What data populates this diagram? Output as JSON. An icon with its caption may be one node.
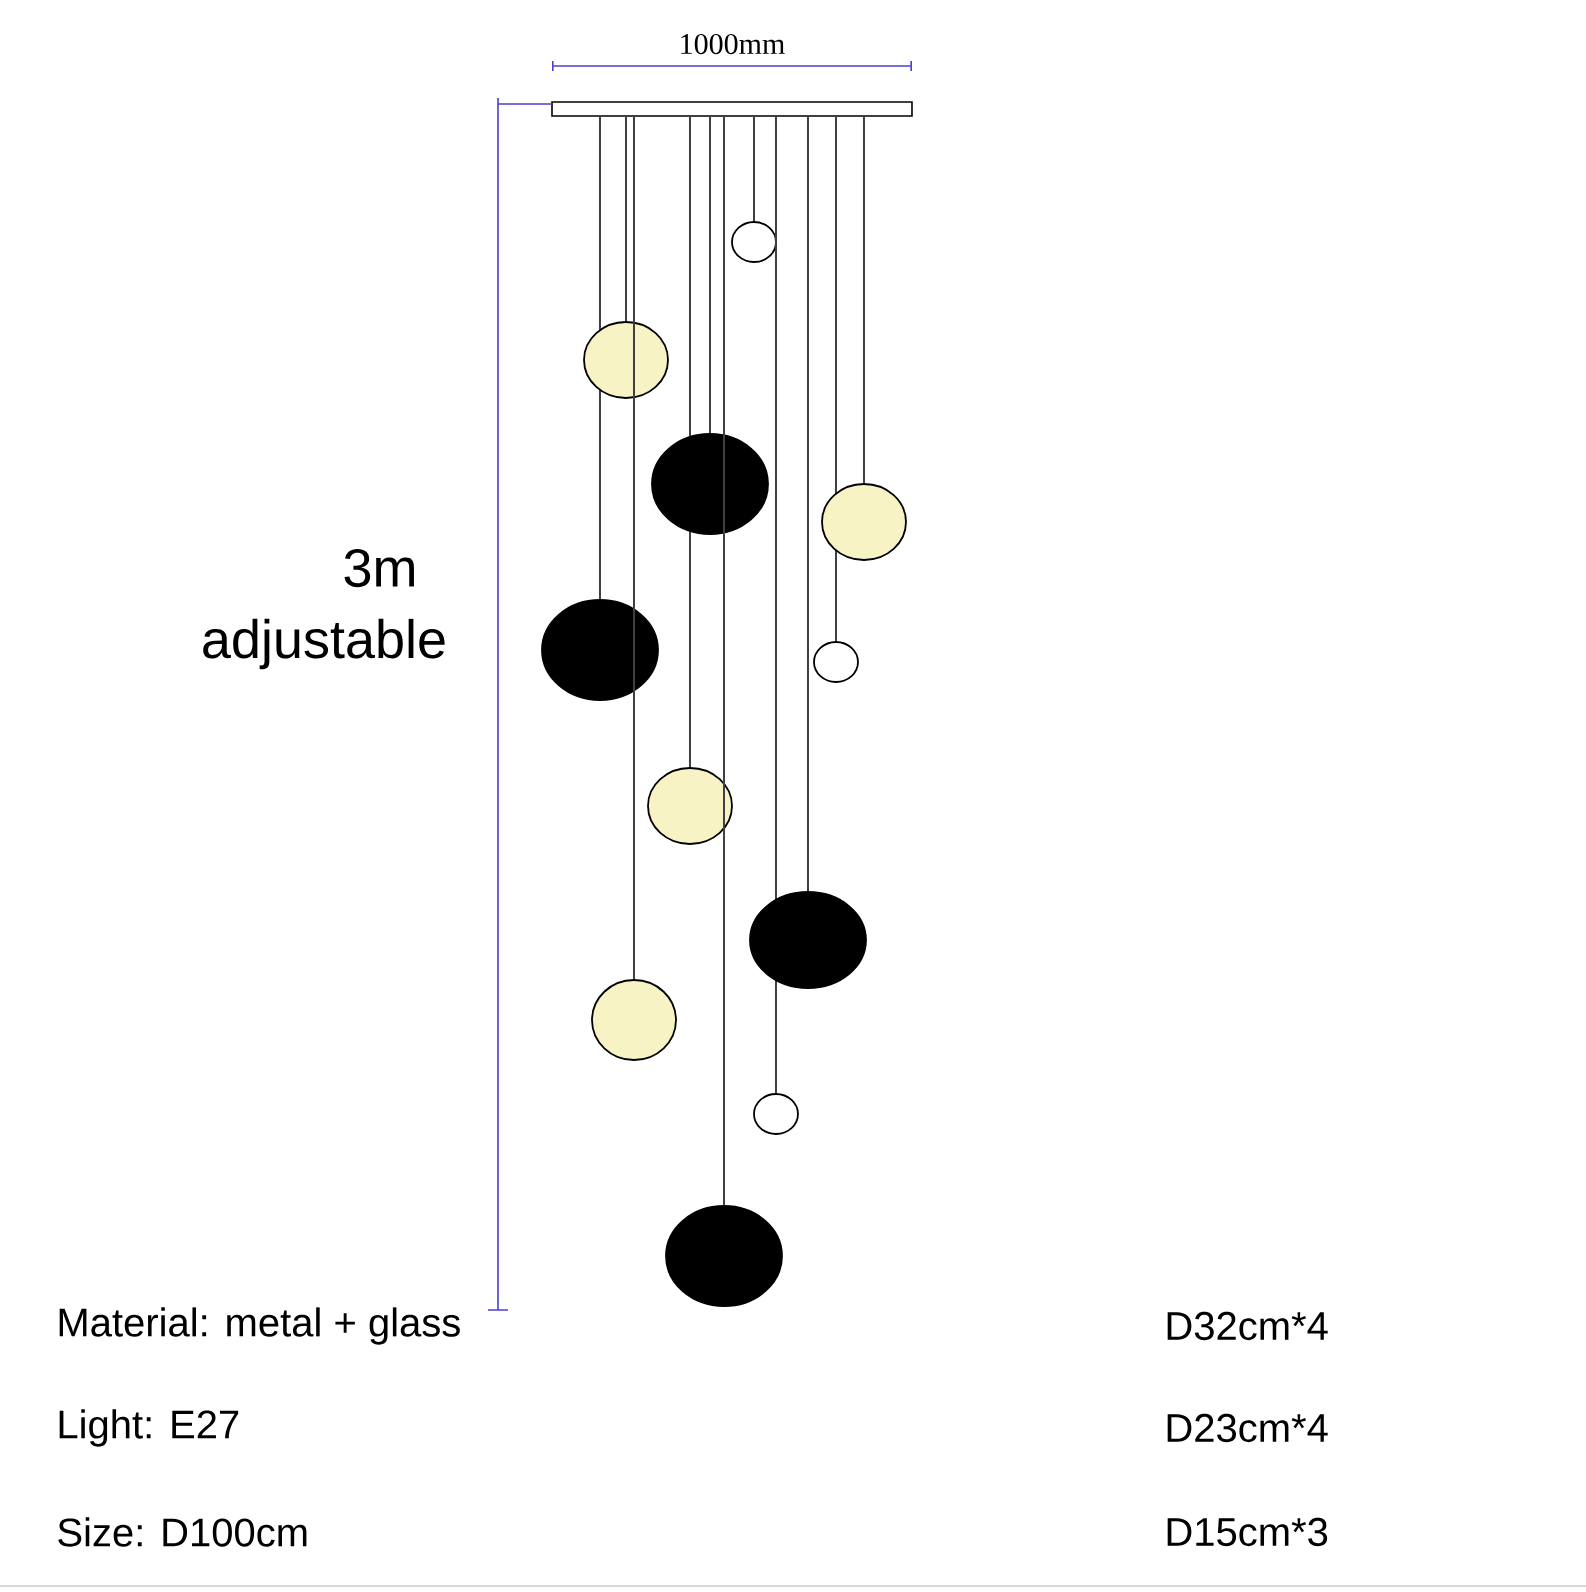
{
  "diagram": {
    "labels": [
      "1000mm",
      "3m",
      "adjustable",
      "Material: metal + glass",
      "D32cm*4",
      "Light: E27",
      "D23cm*4",
      "Size: D100cm",
      "D15cm*3"
    ]
  }
}
